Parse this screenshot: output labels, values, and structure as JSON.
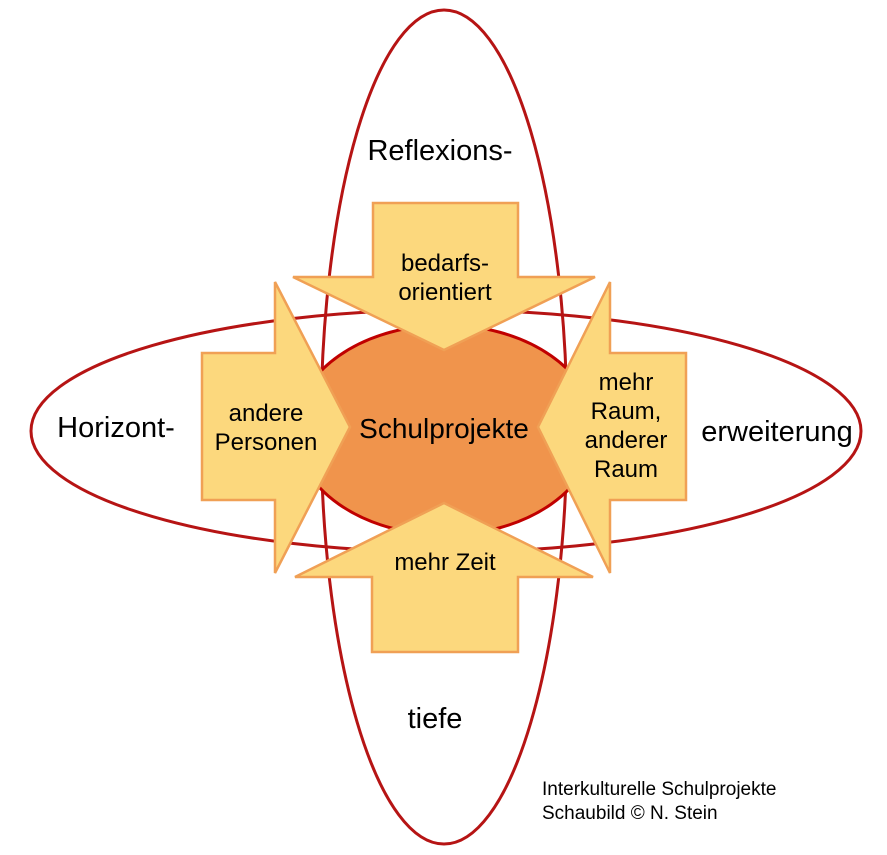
{
  "diagram": {
    "center": {
      "label": "Schulprojekte"
    },
    "vertical_ellipse": {
      "top_label": "Reflexions-",
      "bottom_label": "tiefe"
    },
    "horizontal_ellipse": {
      "left_label": "Horizont-",
      "right_label": "erweiterung"
    },
    "arrows": {
      "top": {
        "direction": "down",
        "lines": [
          "bedarfs-",
          "orientiert"
        ]
      },
      "left": {
        "direction": "right",
        "lines": [
          "andere",
          "Personen"
        ]
      },
      "right": {
        "direction": "left",
        "lines": [
          "mehr",
          "Raum,",
          "anderer",
          "Raum"
        ]
      },
      "bottom": {
        "direction": "up",
        "lines": [
          "mehr Zeit"
        ]
      }
    },
    "caption": {
      "line1": "Interkulturelle Schulprojekte",
      "line2": "Schaubild © N. Stein"
    }
  },
  "colors": {
    "ellipse_stroke": "#B61414",
    "center_fill": "#F0944C",
    "center_stroke": "#C00000",
    "arrow_fill": "#FCD87D",
    "arrow_stroke": "#F0A055",
    "text": "#000000",
    "background": "#FFFFFF"
  }
}
